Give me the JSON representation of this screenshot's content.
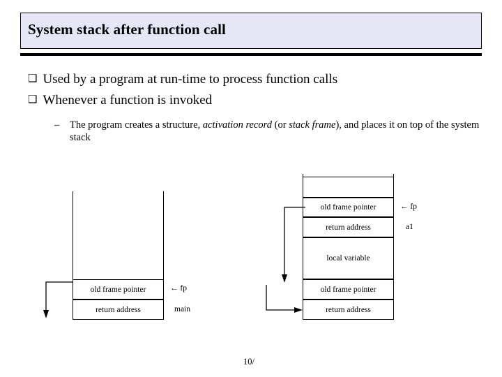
{
  "slide": {
    "title": "System stack after function call",
    "page_number": "10/",
    "bullets": [
      {
        "marker": "❑",
        "text": "Used by a program at run-time to process function calls"
      },
      {
        "marker": "❑",
        "text": "Whenever a function is invoked"
      }
    ],
    "sub_bullet": {
      "dash": "–",
      "part1": "The program creates a structure, ",
      "italic1": "activation record",
      "part2": " (or ",
      "italic2": "stack frame",
      "part3": "), and places it on top of the system stack"
    }
  },
  "diagram": {
    "left_stack": {
      "frame_label": "main",
      "fp_marker": "← fp",
      "cells": [
        "old frame pointer",
        "return address"
      ]
    },
    "right_stack": {
      "frame_label": "a1",
      "fp_marker": "← fp",
      "cells": [
        "",
        "old frame pointer",
        "return address",
        "local variable",
        "old frame pointer",
        "return address"
      ]
    }
  }
}
